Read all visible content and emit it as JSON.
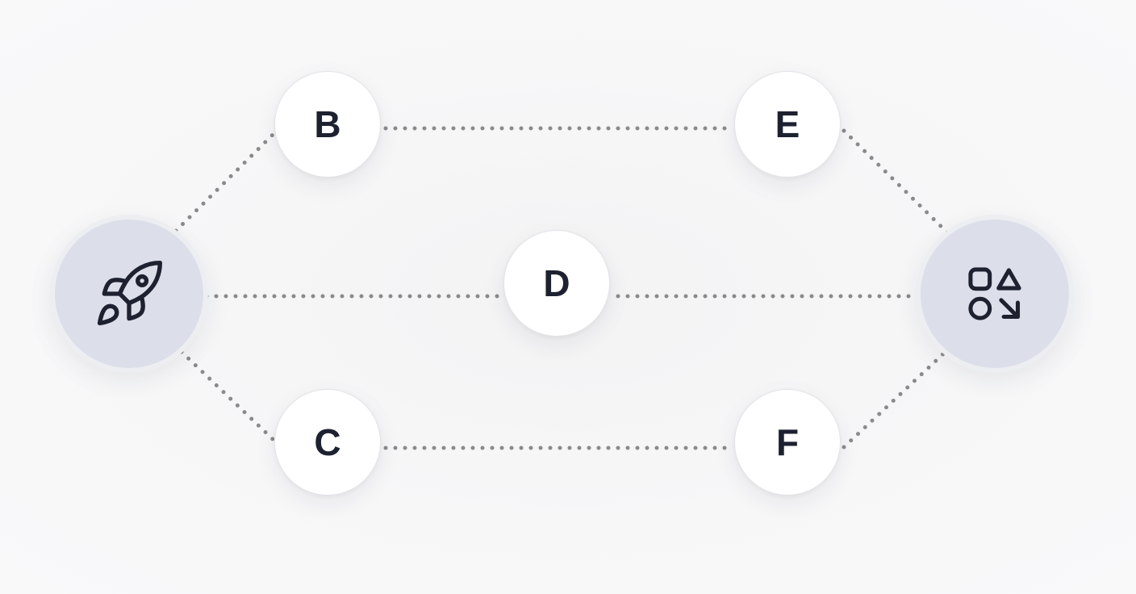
{
  "diagram": {
    "start_node": {
      "icon": "rocket-icon"
    },
    "end_node": {
      "icon": "shapes-icon"
    },
    "nodes": {
      "B": "B",
      "C": "C",
      "D": "D",
      "E": "E",
      "F": "F"
    },
    "edges": [
      [
        "start",
        "B"
      ],
      [
        "start",
        "D"
      ],
      [
        "start",
        "C"
      ],
      [
        "B",
        "E"
      ],
      [
        "D",
        "end"
      ],
      [
        "C",
        "F"
      ],
      [
        "E",
        "end"
      ],
      [
        "F",
        "end"
      ]
    ],
    "edge_style": "dotted",
    "colors": {
      "edge": "#8a8a8c",
      "node_fill": "#ffffff",
      "hub_fill": "#dcdfe9",
      "text": "#1d2130"
    }
  }
}
